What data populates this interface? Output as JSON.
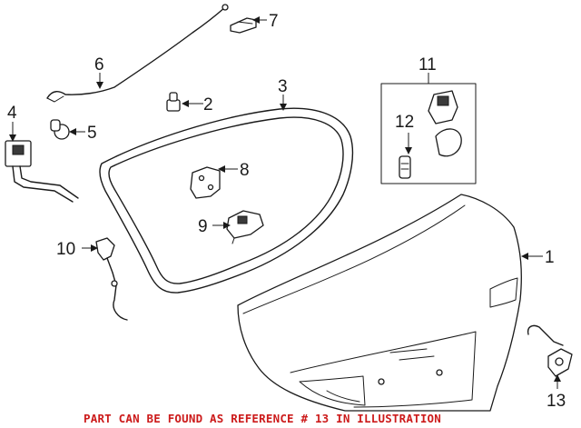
{
  "callouts": {
    "c1": "1",
    "c2": "2",
    "c3": "3",
    "c4": "4",
    "c5": "5",
    "c6": "6",
    "c7": "7",
    "c8": "8",
    "c9": "9",
    "c10": "10",
    "c11": "11",
    "c12": "12",
    "c13": "13"
  },
  "notice": "PART CAN BE FOUND AS REFERENCE # 13 IN ILLUSTRATION",
  "colors": {
    "notice": "#cc1b1b",
    "line": "#1a1a1a",
    "background": "#ffffff"
  }
}
